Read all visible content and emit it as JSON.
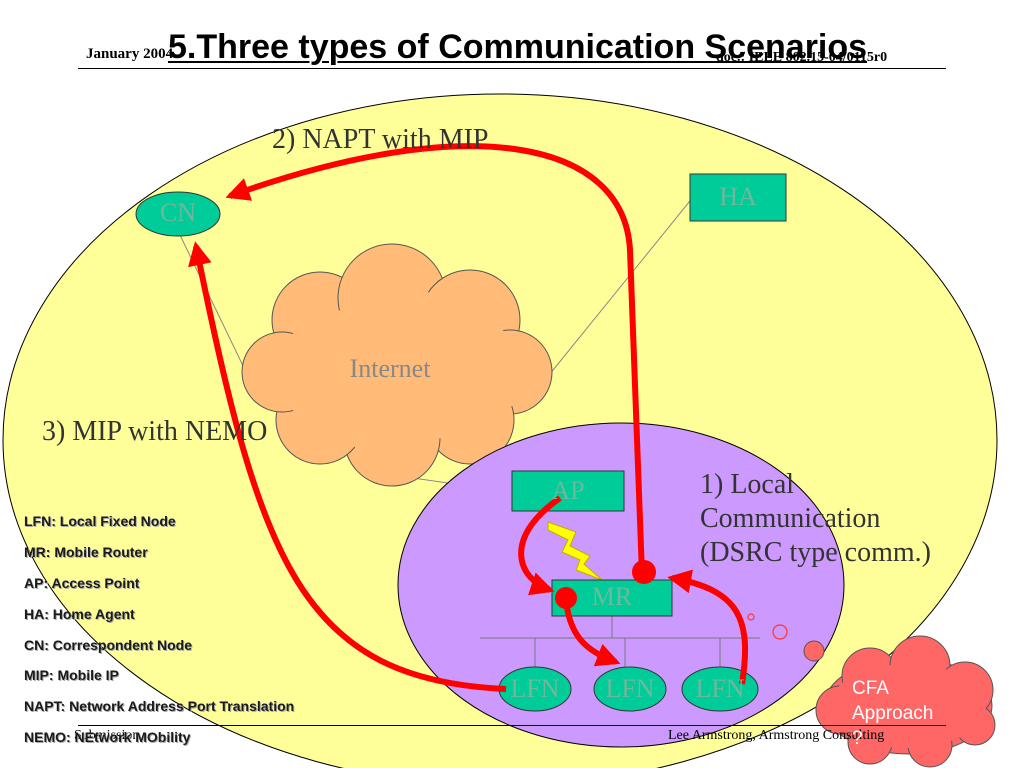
{
  "header": {
    "date": "January 2004",
    "doc_id": "doc.: IEEE 802.15-04/0115r0"
  },
  "title": "5.Three types of Communication Scenarios",
  "scenarios": {
    "napt_mip": "2) NAPT with MIP",
    "mip_nemo": "3) MIP with NEMO",
    "local_line1": "1) Local",
    "local_line2": "Communication",
    "local_line3": "(DSRC type comm.)"
  },
  "nodes": {
    "cn": "CN",
    "ha": "HA",
    "internet": "Internet",
    "ap": "AP",
    "mr": "MR",
    "lfn_1": "LFN",
    "lfn_2": "LFN",
    "lfn_3": "LFN"
  },
  "legend": [
    "LFN: Local Fixed Node",
    "MR: Mobile Router",
    "AP: Access Point",
    "HA: Home Agent",
    "CN: Correspondent Node",
    "MIP: Mobile IP",
    "NAPT: Network Address Port Translation",
    "NEMO: NEtwork MObility"
  ],
  "callout": {
    "line1": "CFA",
    "line2": "Approach",
    "line3": "?"
  },
  "footer": {
    "left": "Submission",
    "right": "Lee Armstrong, Armstrong Consulting"
  },
  "colors": {
    "outer_region": "#ffff99",
    "inner_region": "#cc99ff",
    "node_fill": "#00cc99",
    "cloud": "#ffbb77",
    "arrow": "#ff0000",
    "lightning": "#ffff00",
    "callout_cloud": "#ff6666"
  }
}
